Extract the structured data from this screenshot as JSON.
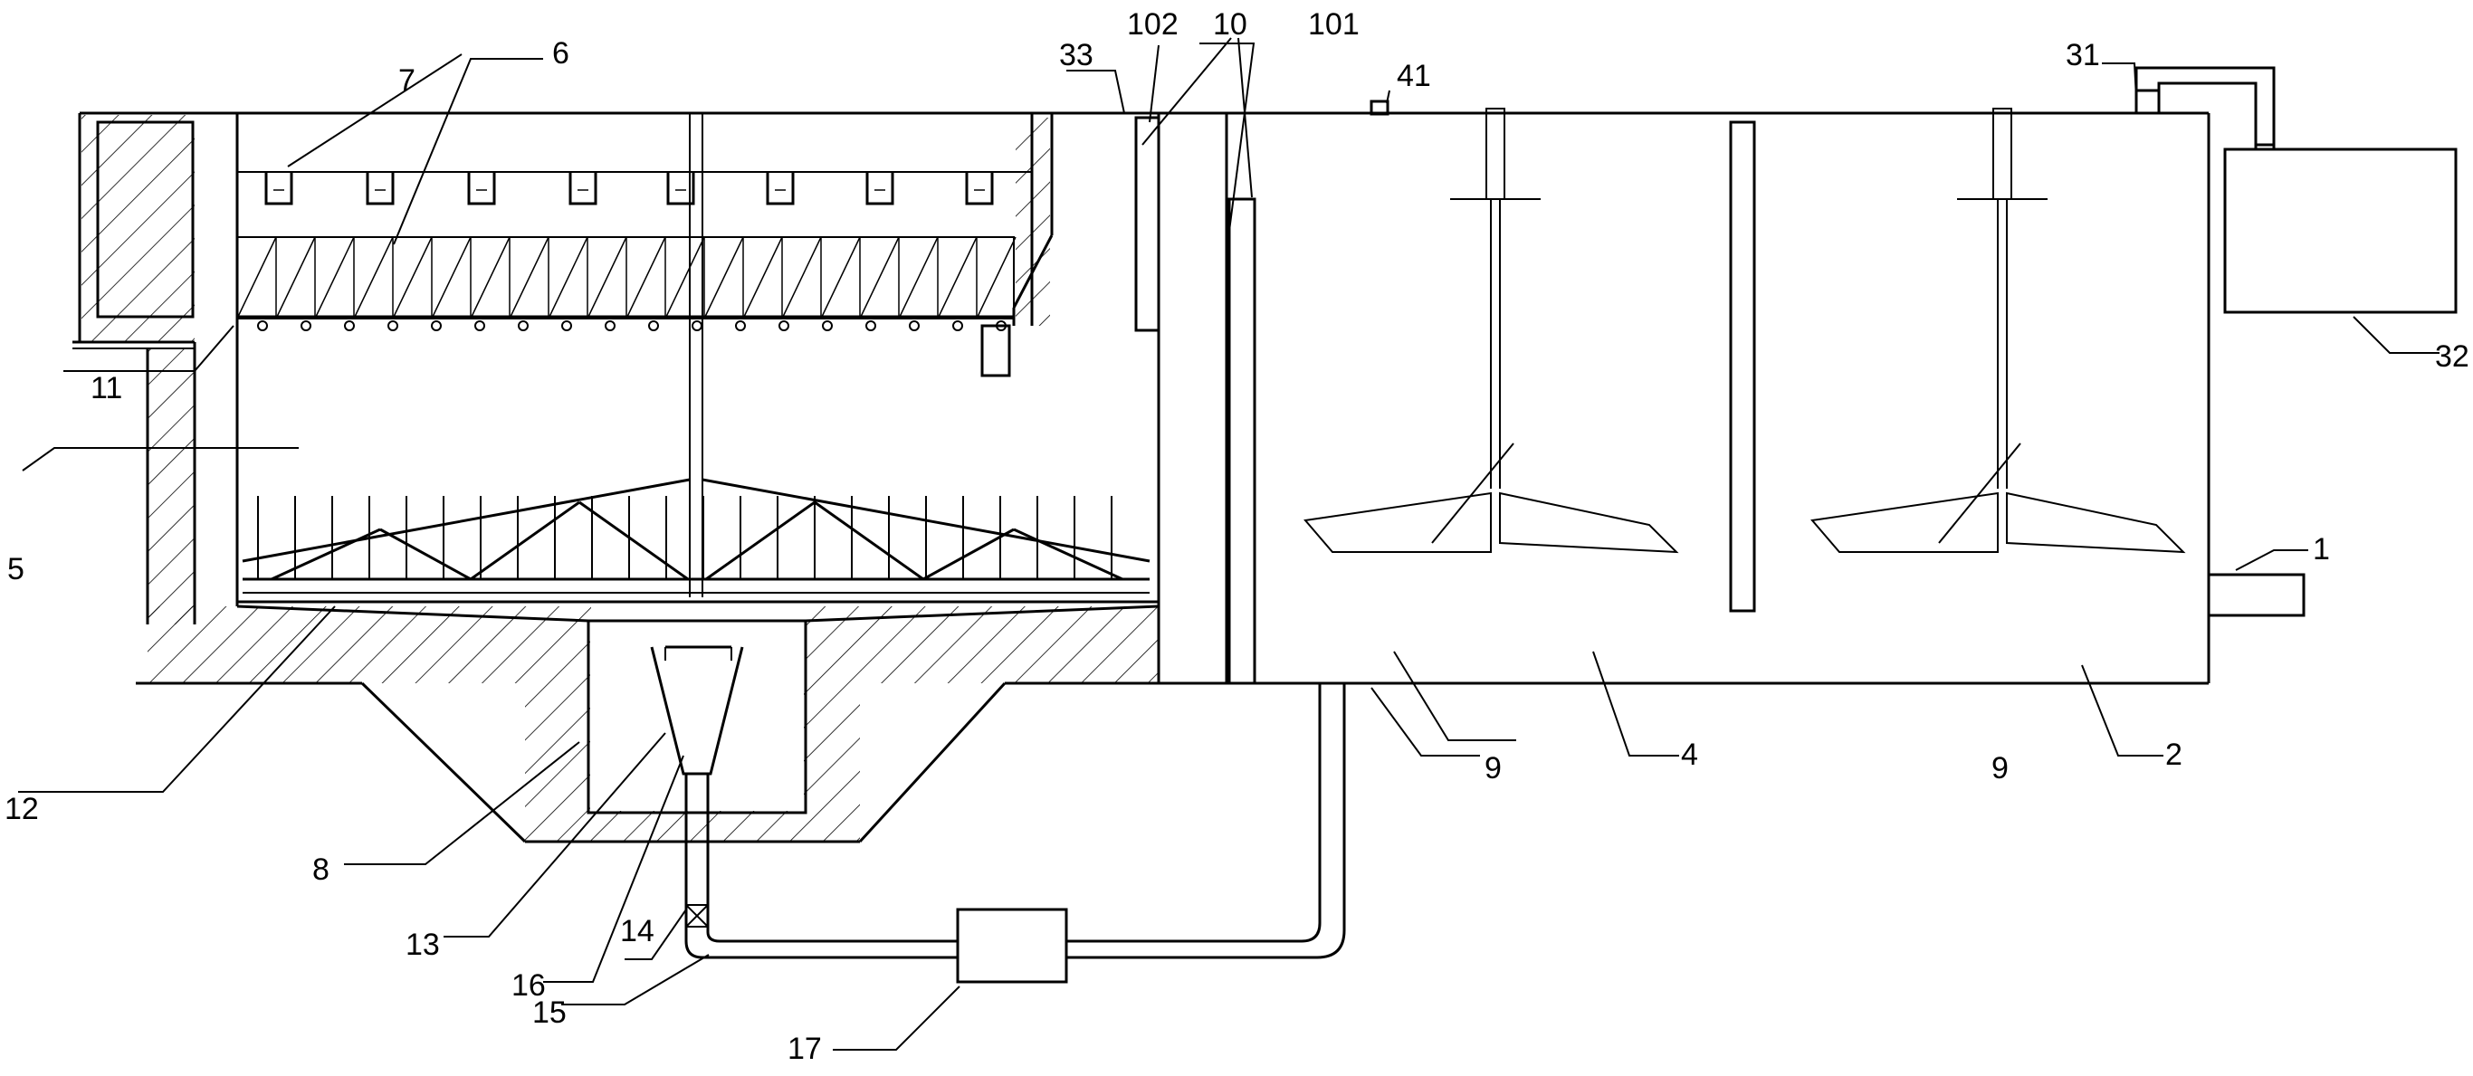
{
  "figure": {
    "type": "patent-drawing",
    "description_hidden": true
  },
  "labels": {
    "l1": "1",
    "l2": "2",
    "l4": "4",
    "l5": "5",
    "l6": "6",
    "l7": "7",
    "l8": "8",
    "l9a": "9",
    "l9b": "9",
    "l10": "10",
    "l11": "11",
    "l12": "12",
    "l13": "13",
    "l14": "14",
    "l15": "15",
    "l16": "16",
    "l17": "17",
    "l31": "31",
    "l32": "32",
    "l33": "33",
    "l41": "41",
    "l101": "101",
    "l102": "102"
  }
}
